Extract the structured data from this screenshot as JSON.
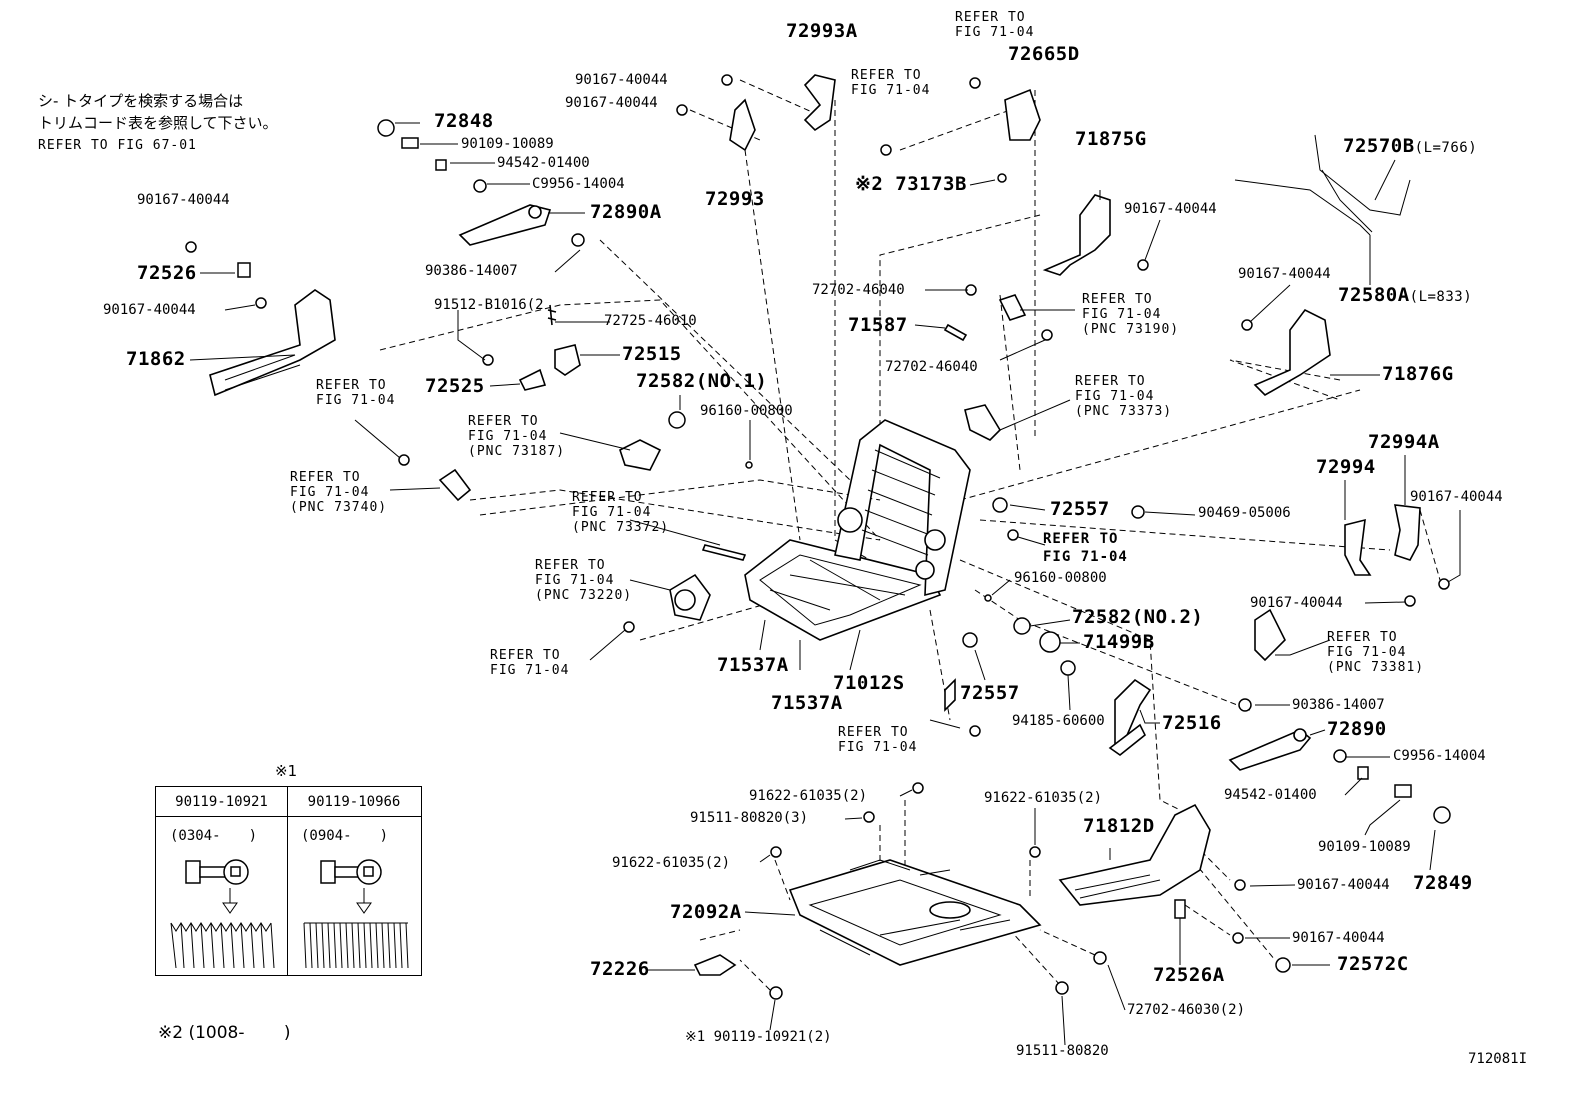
{
  "note": {
    "jp_line1": "シ- トタイプを検索する場合は",
    "jp_line2": "トリムコード表を参照して下さい。",
    "refer": "REFER TO FIG 67-01"
  },
  "labels": {
    "p72993A": "72993A",
    "p90167_a": "90167-40044",
    "p90167_b": "90167-40044",
    "p72993": "72993",
    "refer_top": [
      "REFER TO",
      "FIG 71-04"
    ],
    "p72665D": "72665D",
    "refer_mid_top": [
      "REFER TO",
      "FIG 71-04"
    ],
    "p72848": "72848",
    "p90109_a": "90109-10089",
    "p94542_a": "94542-01400",
    "pC9956_a": "C9956-14004",
    "p72890A": "72890A",
    "p90386_a": "90386-14007",
    "p90167_c": "90167-40044",
    "p72526": "72526",
    "p90167_d": "90167-40044",
    "p71862": "71862",
    "p91512": "91512-B1016(2",
    "p72725": "72725-46010",
    "p72515": "72515",
    "p72525": "72525",
    "refer_l1": [
      "REFER TO",
      "FIG 71-04"
    ],
    "p72582_1": "72582(NO.1)",
    "p96160_a": "96160-00800",
    "refer_l2": [
      "REFER TO",
      "FIG 71-04",
      "(PNC 73187)"
    ],
    "refer_l3": [
      "REFER TO",
      "FIG 71-04",
      "(PNC 73740)"
    ],
    "refer_l4": [
      "REFER TO",
      "FIG 71-04",
      "(PNC 73372)"
    ],
    "refer_l5": [
      "REFER TO",
      "FIG 71-04",
      "(PNC 73220)"
    ],
    "refer_l6": [
      "REFER TO",
      "FIG 71-04"
    ],
    "p71537A_a": "71537A",
    "p71537A_b": "71537A",
    "p71012S": "71012S",
    "x2_73173B": "※2 73173B",
    "p71875G": "71875G",
    "p90167_e": "90167-40044",
    "p72570B": "72570B",
    "p72570B_len": "(L=766)",
    "p72580A": "72580A",
    "p72580A_len": "(L=833)",
    "p72702_a": "72702-46040",
    "refer_r1": [
      "REFER TO",
      "FIG 71-04",
      "(PNC 73190)"
    ],
    "p71587": "71587",
    "p72702_b": "72702-46040",
    "p90167_f": "90167-40044",
    "p71876G": "71876G",
    "refer_r2": [
      "REFER TO",
      "FIG 71-04",
      "(PNC 73373)"
    ],
    "p72557_a": "72557",
    "p90469": "90469-05006",
    "refer_c1": [
      "REFER TO",
      "FIG 71-04"
    ],
    "p96160_b": "96160-00800",
    "p72994A": "72994A",
    "p72994": "72994",
    "p90167_g": "90167-40044",
    "p72582_2": "72582(NO.2)",
    "p71499B": "71499B",
    "p90167_h": "90167-40044",
    "refer_r3": [
      "REFER TO",
      "FIG 71-04",
      "(PNC 73381)"
    ],
    "p72557_b": "72557",
    "p94185": "94185-60600",
    "p72516": "72516",
    "p90386_b": "90386-14007",
    "p72890": "72890",
    "pC9956_b": "C9956-14004",
    "refer_c2": [
      "REFER TO",
      "FIG 71-04"
    ],
    "p94542_b": "94542-01400",
    "p91622_a": "91622-61035(2)",
    "p91511_a": "91511-80820(3)",
    "p91622_b": "91622-61035(2)",
    "p91622_c": "91622-61035(2)",
    "p71812D": "71812D",
    "p90109_b": "90109-10089",
    "p72849": "72849",
    "p72092A": "72092A",
    "p90167_i": "90167-40044",
    "p90167_j": "90167-40044",
    "p72526A": "72526A",
    "p72572C": "72572C",
    "p72226": "72226",
    "p72702_c": "72702-46030(2)",
    "x1_90119": "※1 90119-10921(2)",
    "p91511_b": "91511-80820",
    "x2_date": "※2 (1008-　　 )",
    "fig_id": "712081I"
  },
  "legend": {
    "title": "※1",
    "col1_part": "90119-10921",
    "col2_part": "90119-10966",
    "col1_range": "(0304-　　)",
    "col2_range": "(0904-　　)"
  }
}
